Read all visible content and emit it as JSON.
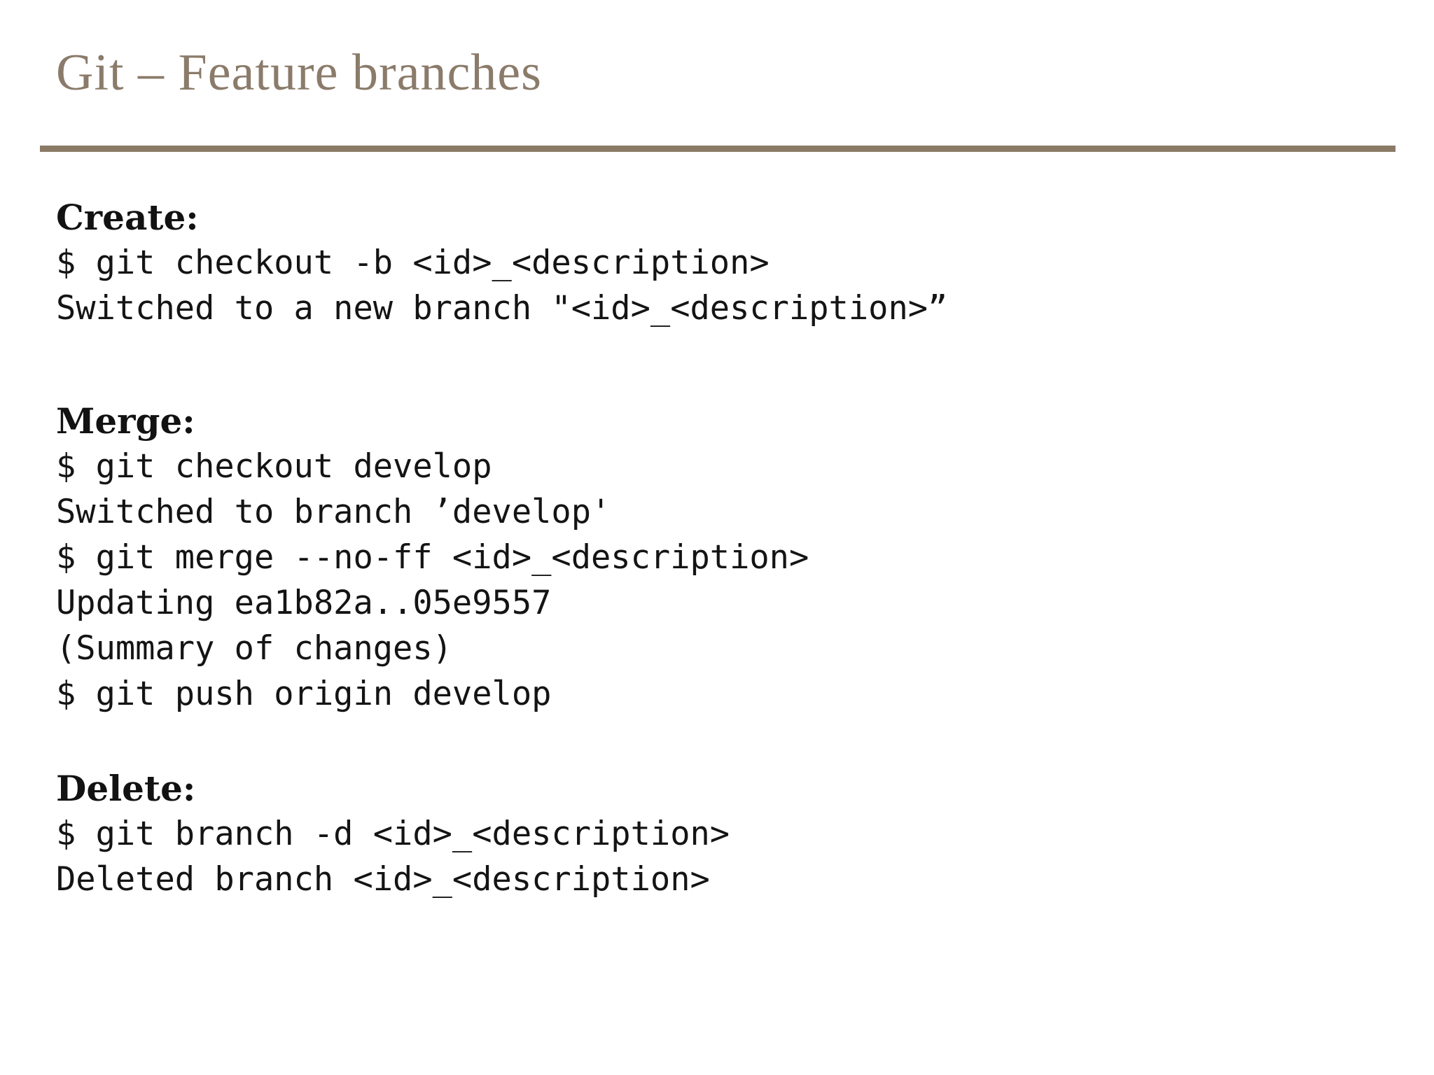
{
  "slide": {
    "title": "Git – Feature branches",
    "accent_color": "#8a7a66",
    "title_color": "#8b7b6a",
    "text_color": "#141414",
    "background_color": "#ffffff",
    "sections": [
      {
        "heading": "Create:",
        "lines": [
          "$ git checkout -b <id>_<description>",
          "Switched to a new branch \"<id>_<description>”"
        ]
      },
      {
        "heading": "Merge:",
        "lines": [
          "$ git checkout develop",
          "Switched to branch ’develop'",
          "$ git merge --no-ff <id>_<description>",
          "Updating ea1b82a..05e9557",
          "(Summary of changes)",
          "$ git push origin develop"
        ]
      },
      {
        "heading": "Delete:",
        "lines": [
          "$ git branch -d <id>_<description>",
          "Deleted branch <id>_<description>"
        ]
      }
    ]
  }
}
